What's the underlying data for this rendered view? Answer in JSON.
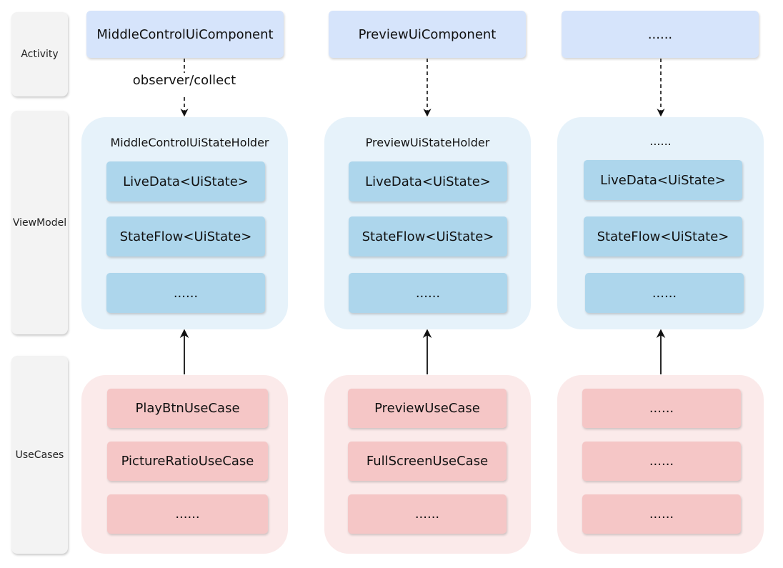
{
  "colors": {
    "lane_bg": "#f3f3f3",
    "component_bg": "#d6e4fb",
    "viewmodel_group_bg": "#e6f2fa",
    "viewmodel_item_bg": "#add6ec",
    "usecase_group_bg": "#fbeaea",
    "usecase_item_bg": "#f5c6c6",
    "arrow": "#111111"
  },
  "lanes": {
    "activity": "Activity",
    "viewmodel": "ViewModel",
    "usecases": "UseCases"
  },
  "columns": [
    {
      "component": "MiddleControlUiComponent",
      "edge_label": "observer/collect",
      "holder": {
        "title": "MiddleControlUiStateHolder",
        "items": [
          "LiveData<UiState>",
          "StateFlow<UiState>",
          "......"
        ]
      },
      "usecases": [
        "PlayBtnUseCase",
        "PictureRatioUseCase",
        "......"
      ]
    },
    {
      "component": "PreviewUiComponent",
      "edge_label": "",
      "holder": {
        "title": "PreviewUiStateHolder",
        "items": [
          "LiveData<UiState>",
          "StateFlow<UiState>",
          "......"
        ]
      },
      "usecases": [
        "PreviewUseCase",
        "FullScreenUseCase",
        "......"
      ]
    },
    {
      "component": "......",
      "edge_label": "",
      "holder": {
        "title": "......",
        "items": [
          "LiveData<UiState>",
          "StateFlow<UiState>",
          "......"
        ]
      },
      "usecases": [
        "......",
        "......",
        "......"
      ]
    }
  ]
}
